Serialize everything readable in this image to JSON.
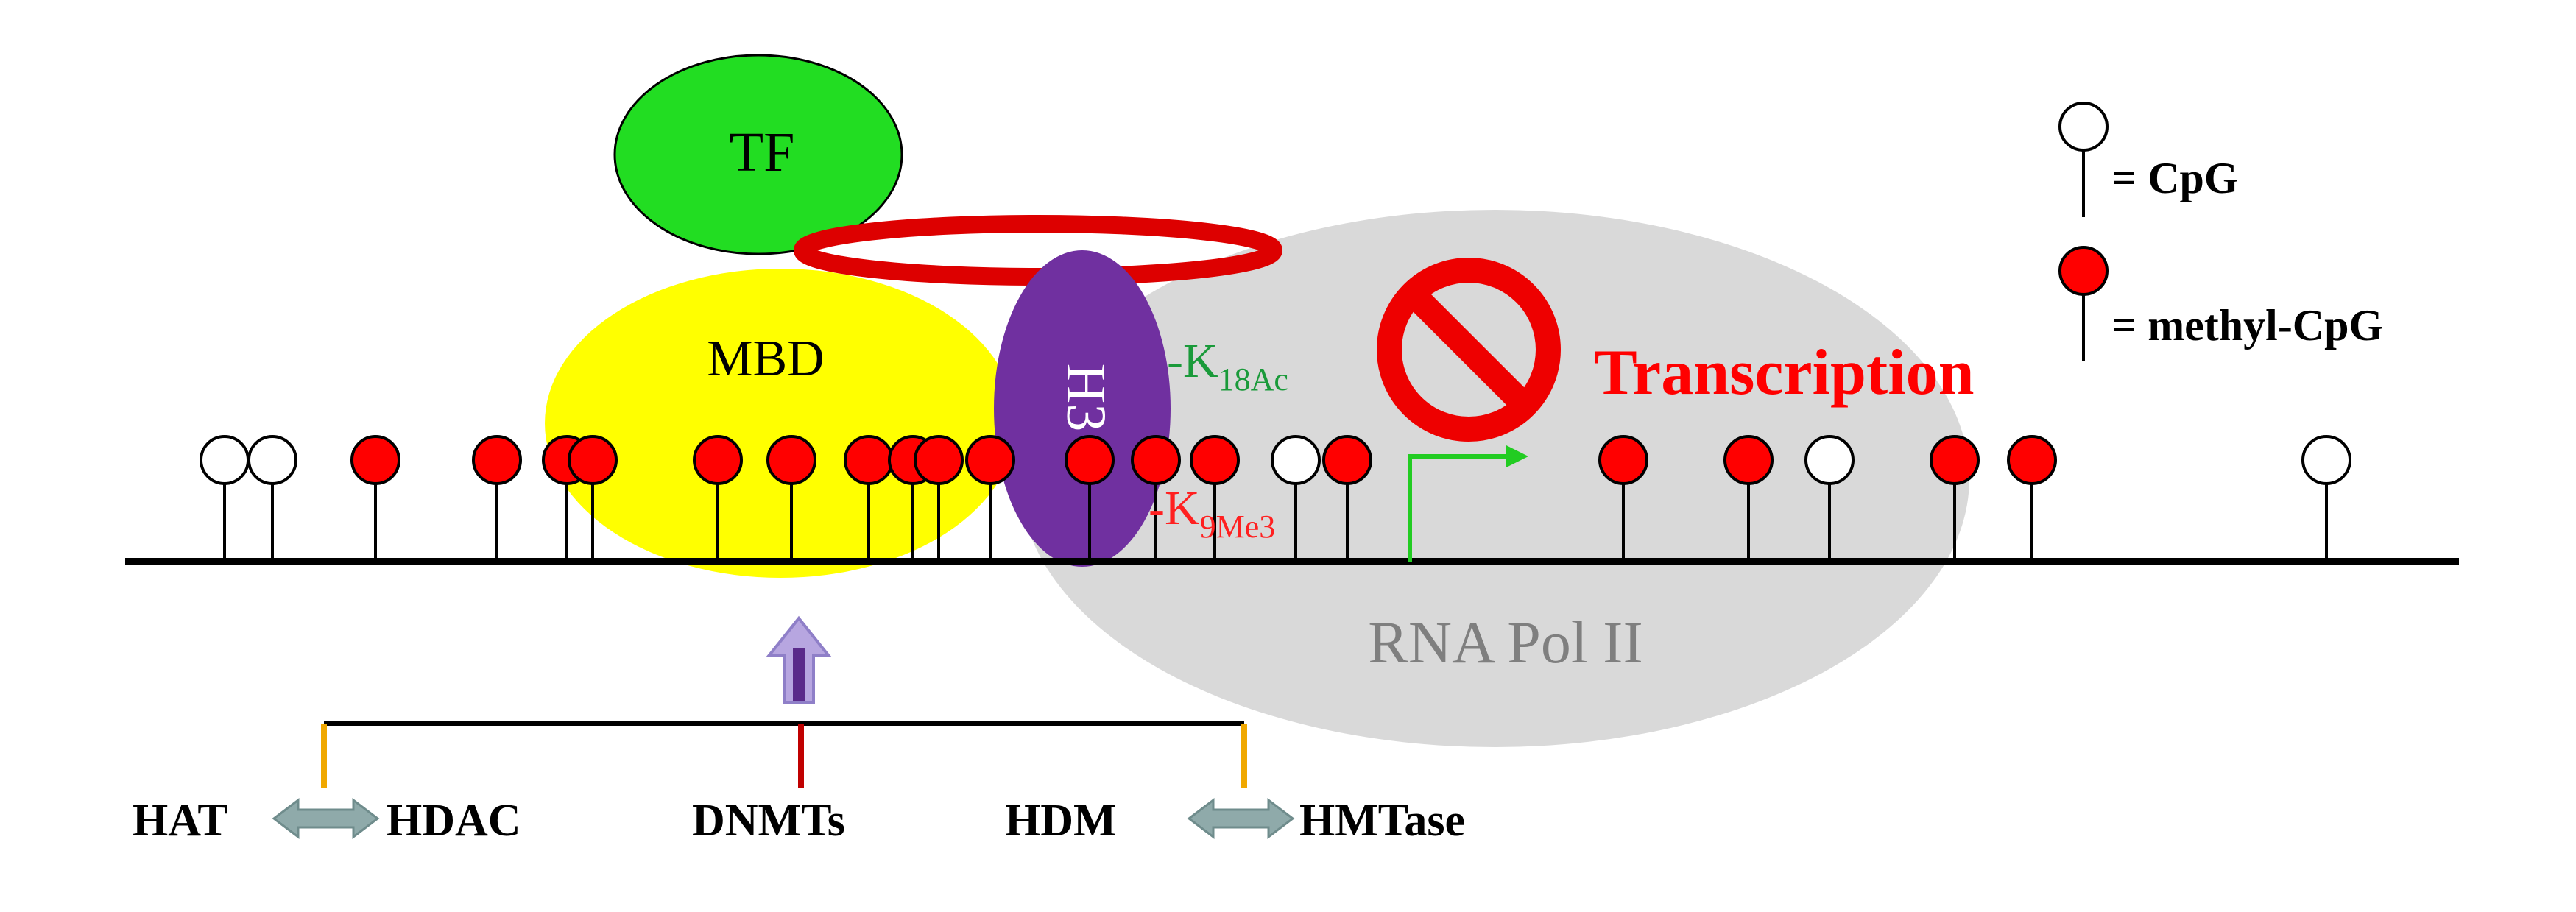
{
  "labels": {
    "tf": "TF",
    "mbd": "MBD",
    "h3": "H3",
    "k18_prefix": "-K",
    "k18_sub": "18Ac",
    "k9_prefix": "-K",
    "k9_sub": "9Me3",
    "rna_pol": "RNA Pol II",
    "transcription": "Transcription"
  },
  "legend": {
    "cpg_label": "= CpG",
    "methyl_cpg_label": "= methyl-CpG"
  },
  "enzymes": {
    "hat": "HAT",
    "hdac": "HDAC",
    "dnmts": "DNMTs",
    "hdm": "HDM",
    "hmtase": "HMTase"
  },
  "sites": [
    {
      "type": "unmethylated"
    },
    {
      "type": "unmethylated"
    },
    {
      "type": "methylated"
    },
    {
      "type": "methylated"
    },
    {
      "type": "methylated"
    },
    {
      "type": "methylated"
    },
    {
      "type": "methylated"
    },
    {
      "type": "methylated"
    },
    {
      "type": "methylated"
    },
    {
      "type": "methylated"
    },
    {
      "type": "methylated"
    },
    {
      "type": "methylated"
    },
    {
      "type": "methylated"
    },
    {
      "type": "methylated"
    },
    {
      "type": "methylated"
    },
    {
      "type": "unmethylated"
    },
    {
      "type": "methylated"
    },
    {
      "type": "methylated"
    },
    {
      "type": "methylated"
    },
    {
      "type": "unmethylated"
    },
    {
      "type": "methylated"
    },
    {
      "type": "methylated"
    },
    {
      "type": "unmethylated"
    }
  ],
  "colors": {
    "tf": "#22dd22",
    "mbd": "#ffff00",
    "h3": "#7030a0",
    "rna_pol": "#d9d9d9",
    "methyl": "#ff0000",
    "k18": "#1a9a3a",
    "k9": "#ff2020",
    "transcription": "#ff0000",
    "arrow_double": "#8faaaa",
    "up_arrow": "#6a3a9a",
    "tss": "#22cc22"
  }
}
